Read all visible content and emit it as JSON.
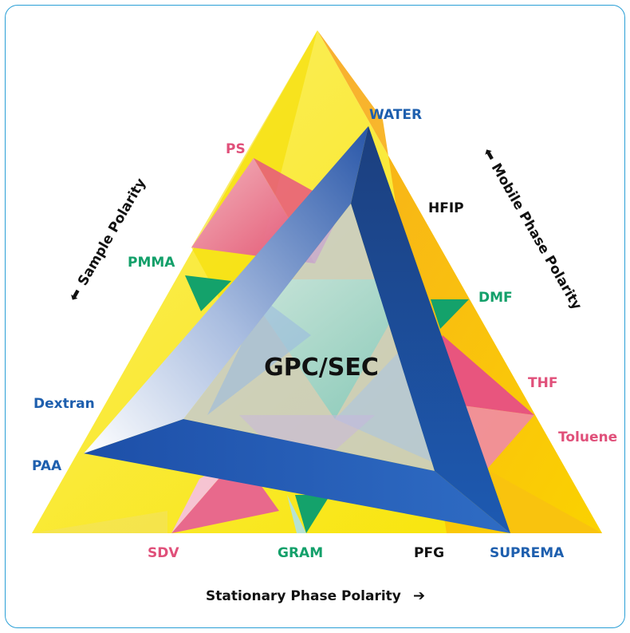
{
  "title": "GPC/SEC",
  "axes": {
    "sample_polarity": "Sample Polarity",
    "mobile_phase_polarity": "Mobile Phase Polarity",
    "stationary_phase_polarity": "Stationary Phase Polarity"
  },
  "labels": {
    "water": "WATER",
    "ps": "PS",
    "hfip": "HFIP",
    "pmma": "PMMA",
    "dmf": "DMF",
    "thf": "THF",
    "dextran": "Dextran",
    "toluene": "Toluene",
    "paa": "PAA",
    "sdv": "SDV",
    "gram": "GRAM",
    "pfg": "PFG",
    "suprema": "SUPREMA"
  },
  "colors": {
    "frame": "#2a9fd6",
    "blue": "#1e5fae",
    "pink": "#e0507a",
    "green": "#13a06a",
    "black": "#111111",
    "yellow": "#f7e600",
    "orange": "#f7a81b"
  }
}
